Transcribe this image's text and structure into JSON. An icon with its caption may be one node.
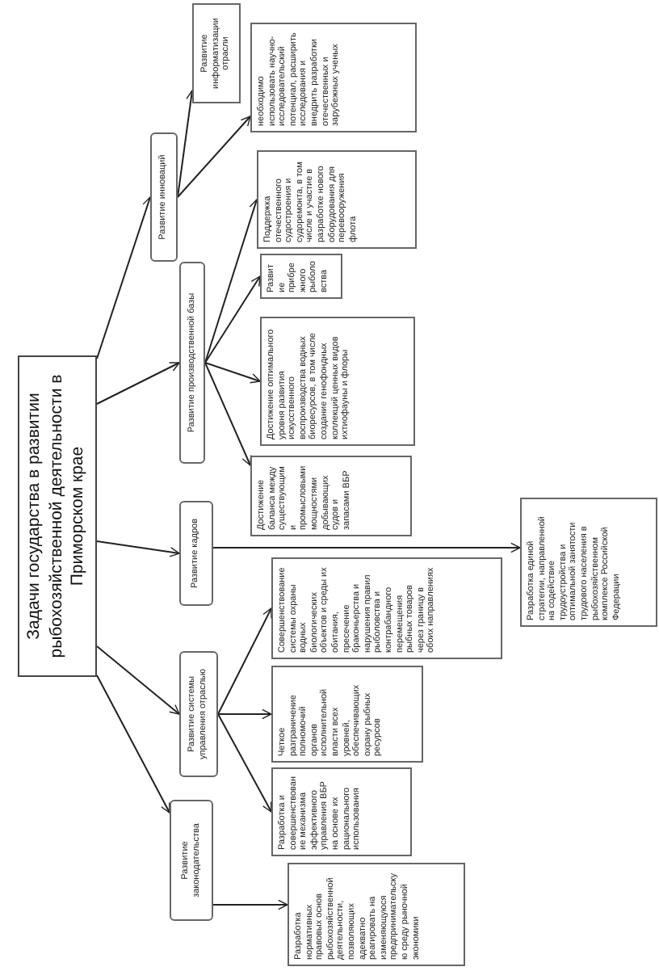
{
  "diagram": {
    "nodes": [
      {
        "text": [
          "Задачи государства в развитии рыбохозяйственной деятельности в Приморском крае"
        ]
      },
      {
        "text": [
          "Развитие инноваций"
        ]
      },
      {
        "text": [
          "Развитие производственной базы"
        ]
      },
      {
        "text": [
          "Развитие кадров"
        ]
      },
      {
        "text": [
          "Развитие системы управления отраслью"
        ]
      },
      {
        "text": [
          "Развитие законодательства"
        ]
      },
      {
        "text": [
          "Развитие информатизации отрасли"
        ]
      },
      {
        "text": [
          "необходимо использовать научно-исследовательский потенциал, расширить исследования и внедрить разработки отечественных и зарубежных ученых"
        ]
      },
      {
        "text": [
          "Поддержка отечественного судостроения и судоремонта, в том числе и участие в разработке нового оборудования для перевооружения флота"
        ]
      },
      {
        "text": [
          "Развитие прибрежного рыболовства"
        ]
      },
      {
        "text": [
          "Достижение оптимального уровня развития искусственного воспроизводства водных биоресурсов, в том числе создание генофондных коллекций ценных видов ихтиофауны и флоры"
        ]
      },
      {
        "text": [
          "Достижение баланса между существующими промысловыми мощностями добывающих судов и запасами ВБР"
        ]
      },
      {
        "text": [
          "Разработка единой стратегии, направленной на содействие трудоустройства и оптимальной занятости трудового населения в рыбохозяйственном комплексе Российской Федерации"
        ]
      },
      {
        "text": [
          "Совершенствование системы охраны водных биологических объектов и среды их обитания, пресечение браконьерства и нарушения правил рыболовства и контрабандного перемещения рыбных товаров через границу в обоих направлениях"
        ]
      },
      {
        "text": [
          "Четкое разграничение полномочий органов исполнительной власти всех уровней, обеспечивающих охрану рыбных ресурсов"
        ]
      },
      {
        "text": [
          "Разработка и совершенствование механизма эффективного управления ВБР на основе их рационального использования"
        ]
      },
      {
        "text": [
          "Разработка нормативных правовых основ рыбохозяйственной деятельности, позволяющих адекватно реагировать на изменяющуюся предпринимательскую среду рыночной экономики"
        ]
      }
    ],
    "edges": [
      {
        "from": 0,
        "to": 1,
        "arrow": "to"
      },
      {
        "from": 0,
        "to": 2,
        "arrow": "to"
      },
      {
        "from": 0,
        "to": 3,
        "arrow": "to"
      },
      {
        "from": 0,
        "to": 4,
        "arrow": "to"
      },
      {
        "from": 0,
        "to": 5,
        "arrow": "to"
      },
      {
        "from": 1,
        "to": 6,
        "arrow": "to"
      },
      {
        "from": 1,
        "to": 7,
        "arrow": "to"
      },
      {
        "from": 2,
        "to": 8,
        "arrow": "to"
      },
      {
        "from": 2,
        "to": 9,
        "arrow": "to"
      },
      {
        "from": 2,
        "to": 10,
        "arrow": "to"
      },
      {
        "from": 2,
        "to": 11,
        "arrow": "to"
      },
      {
        "from": 3,
        "to": 12,
        "arrow": "to"
      },
      {
        "from": 4,
        "to": 13,
        "arrow": "to"
      },
      {
        "from": 4,
        "to": 14,
        "arrow": "to"
      },
      {
        "from": 4,
        "to": 15,
        "arrow": "to"
      },
      {
        "from": 5,
        "to": 16,
        "arrow": "to"
      }
    ]
  }
}
